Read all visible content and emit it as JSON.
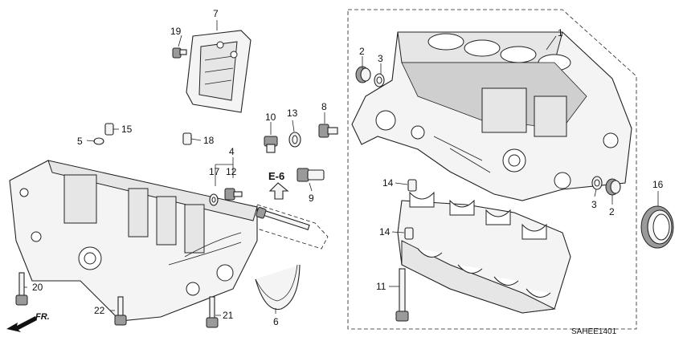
{
  "diagram": {
    "diagram_code": "SAHEE1401",
    "ref_label": "E-6",
    "direction_label": "FR.",
    "callouts": {
      "c1": "1",
      "c2a": "2",
      "c2b": "2",
      "c3a": "3",
      "c3b": "3",
      "c4": "4",
      "c5": "5",
      "c6": "6",
      "c7": "7",
      "c8": "8",
      "c9": "9",
      "c10": "10",
      "c11": "11",
      "c12": "12",
      "c13": "13",
      "c14a": "14",
      "c14b": "14",
      "c15": "15",
      "c16": "16",
      "c17": "17",
      "c18": "18",
      "c19": "19",
      "c20": "20",
      "c21": "21",
      "c22": "22"
    }
  }
}
